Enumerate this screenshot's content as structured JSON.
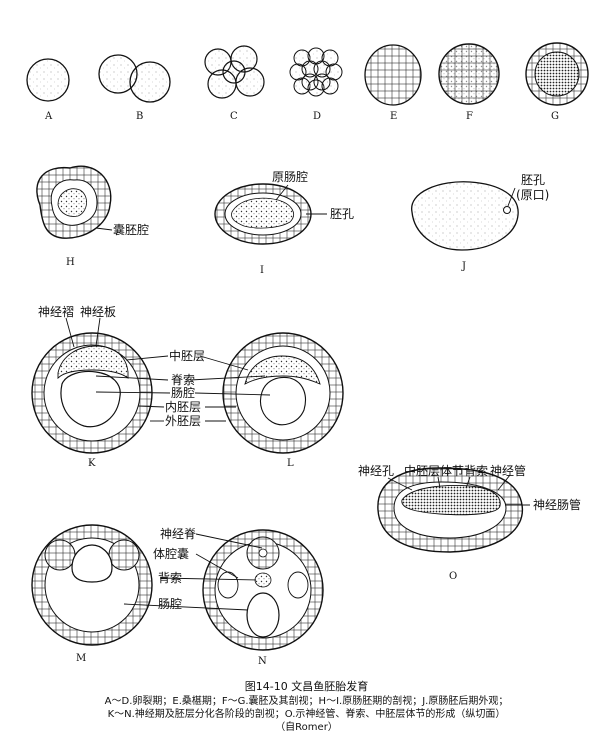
{
  "stages": {
    "A": "A",
    "B": "B",
    "C": "C",
    "D": "D",
    "E": "E",
    "F": "F",
    "G": "G",
    "H": "H",
    "I": "I",
    "J": "J",
    "K": "K",
    "L": "L",
    "M": "M",
    "N": "N",
    "O": "O"
  },
  "labels": {
    "blastocoel": "囊胚腔",
    "archenteron": "原肠腔",
    "blastopore_i": "胚孔",
    "blastopore_j": "胚孔",
    "blastopore_j_sub": "(原口)",
    "neural_fold": "神经褶",
    "neural_plate": "神经板",
    "mesoderm": "中胚层",
    "notochord_k": "脊索",
    "gut_k": "肠腔",
    "endoderm": "内胚层",
    "ectoderm": "外胚层",
    "neuropore": "神经孔",
    "somite_o": "中胚层体节",
    "notochord_o": "背索",
    "neural_tube_o": "神经管",
    "neurenteric": "神经肠管",
    "neural_tube_n": "神经脊",
    "coelom": "体腔囊",
    "notochord_n": "背索",
    "gut_n": "肠腔"
  },
  "caption": {
    "title": "图14-10   文昌鱼胚胎发育",
    "line1": "A～D.卵裂期；E.桑椹期；F～G.囊胚及其剖视；H～I.原肠胚期的剖视；J.原肠胚后期外观；",
    "line2": "K～N.神经期及胚层分化各阶段的剖视；O.示神经管、脊索、中胚层体节的形成（纵切面）",
    "line3": "（自Romer）"
  }
}
